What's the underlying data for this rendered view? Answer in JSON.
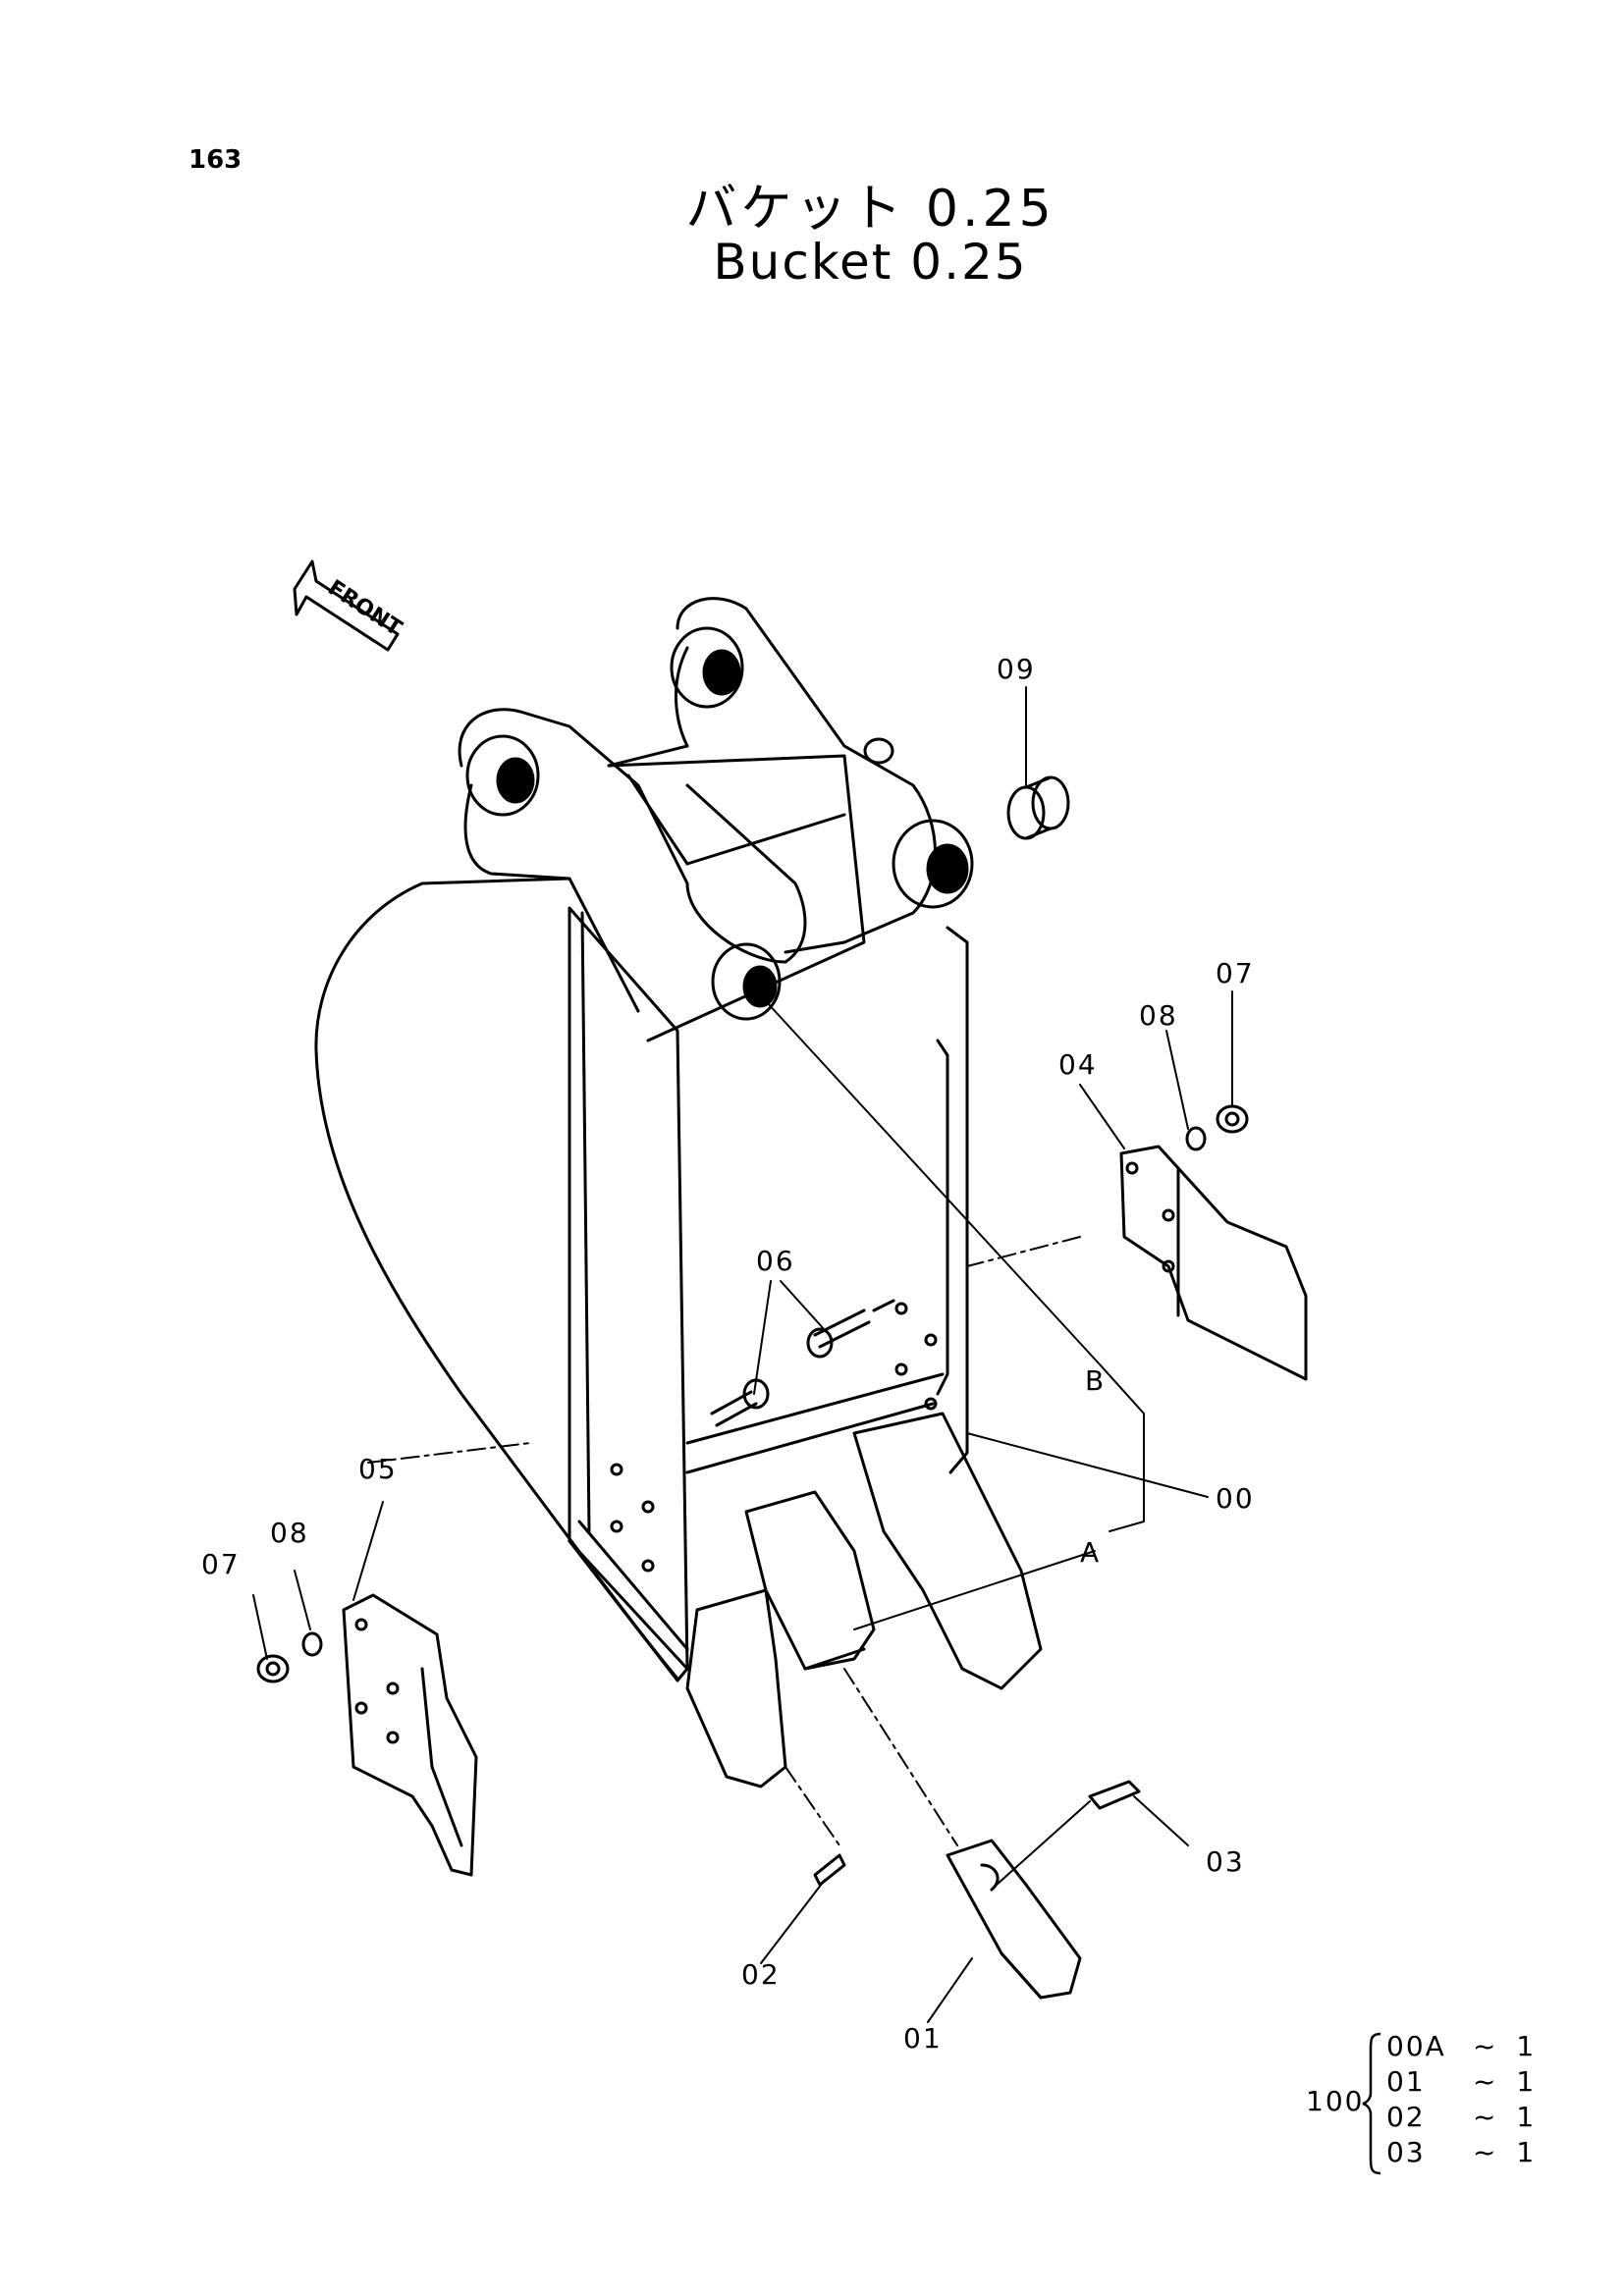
{
  "page_number": "163",
  "title_jp": "バケット 0.25",
  "title_en": "Bucket 0.25",
  "front_label": "FRONT",
  "callouts": {
    "c09": "09",
    "c07_right": "07",
    "c08_right": "08",
    "c04": "04",
    "c06": "06",
    "cB": "B",
    "c00": "00",
    "cA": "A",
    "c05": "05",
    "c08_left": "08",
    "c07_left": "07",
    "c03": "03",
    "c02": "02",
    "c01": "01"
  },
  "kit": {
    "number": "100",
    "items": [
      {
        "part": "00A",
        "qty": "~ 1"
      },
      {
        "part": "01",
        "qty": "~ 1"
      },
      {
        "part": "02",
        "qty": "~ 1"
      },
      {
        "part": "03",
        "qty": "~ 1"
      }
    ]
  }
}
